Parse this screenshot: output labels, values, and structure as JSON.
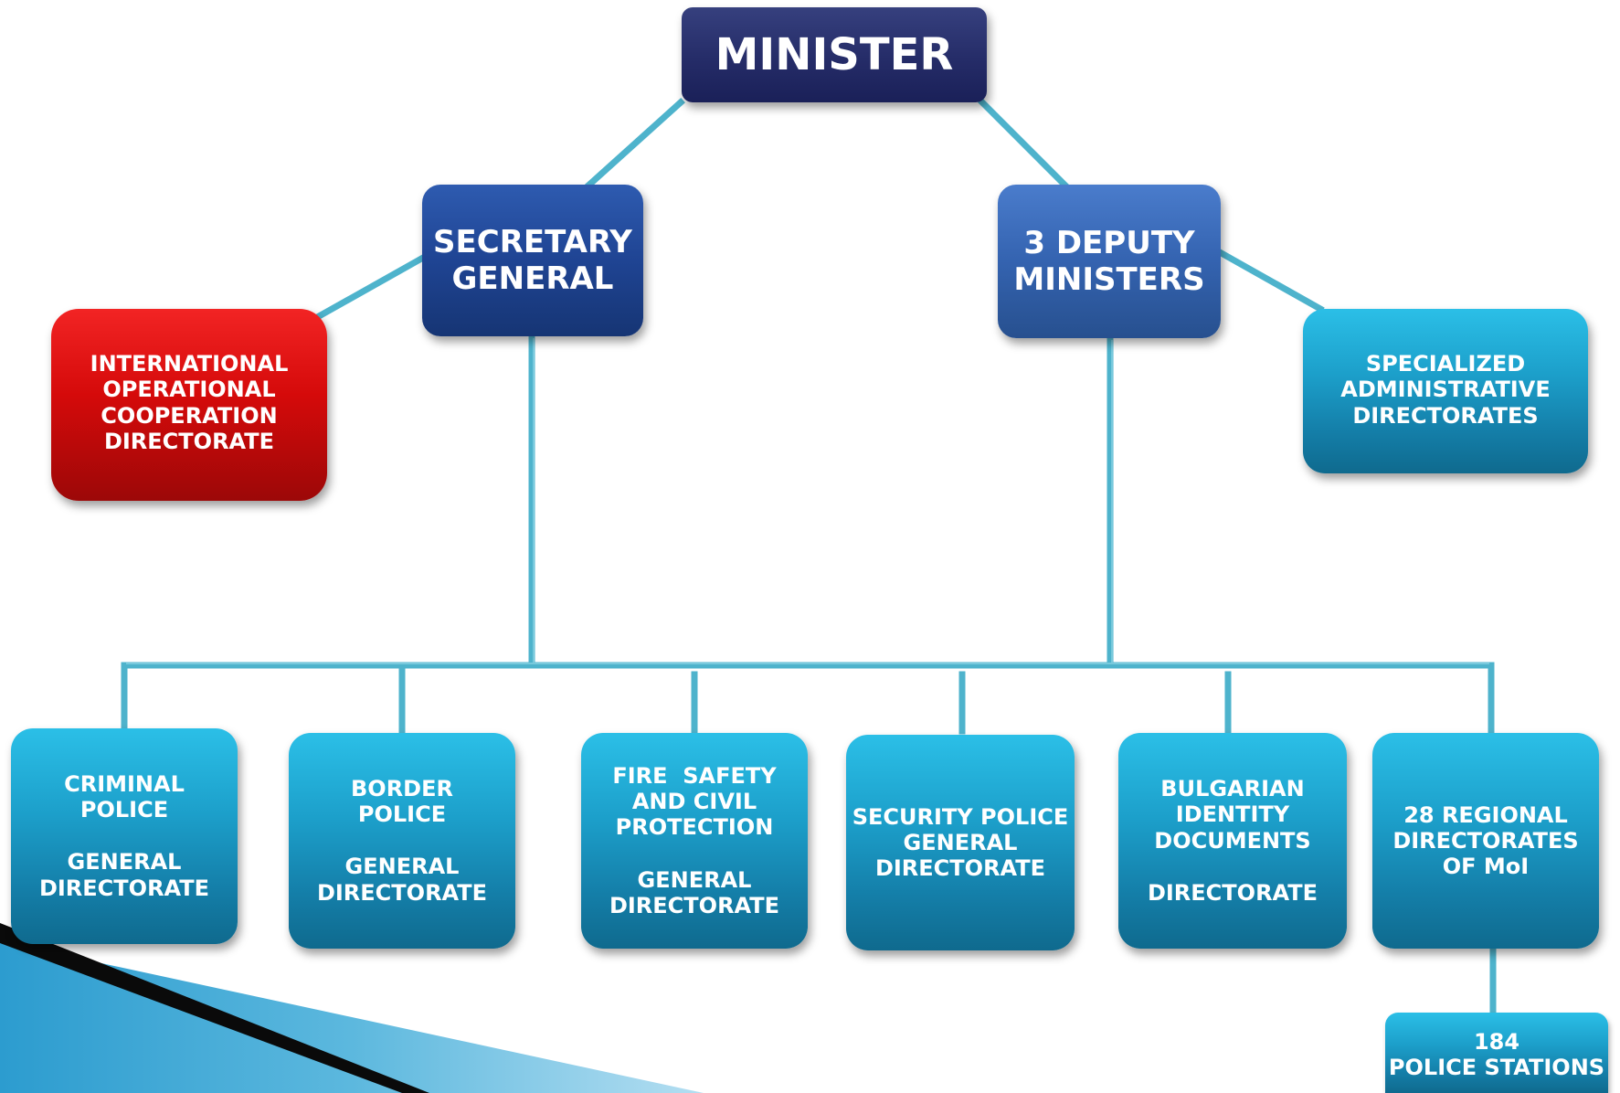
{
  "minister": {
    "label": "MINISTER"
  },
  "secretary_general": {
    "lines": [
      "SECRETARY",
      "GENERAL"
    ]
  },
  "deputy_ministers": {
    "lines": [
      "3 DEPUTY",
      "MINISTERS"
    ]
  },
  "international_cooperation": {
    "lines": [
      "INTERNATIONAL",
      "OPERATIONAL",
      "COOPERATION",
      "DIRECTORATE"
    ]
  },
  "specialized_admin": {
    "lines": [
      "SPECIALIZED",
      "ADMINISTRATIVE",
      "DIRECTORATES"
    ]
  },
  "directorates": [
    {
      "top": [
        "CRIMINAL",
        "POLICE"
      ],
      "bottom": [
        "GENERAL",
        "DIRECTORATE"
      ]
    },
    {
      "top": [
        "BORDER",
        "POLICE"
      ],
      "bottom": [
        "GENERAL",
        "DIRECTORATE"
      ]
    },
    {
      "top": [
        "FIRE  SAFETY",
        "AND CIVIL",
        "PROTECTION"
      ],
      "bottom": [
        "GENERAL",
        "DIRECTORATE"
      ]
    },
    {
      "top": [
        "SECURITY POLICE",
        "GENERAL",
        "DIRECTORATE"
      ]
    },
    {
      "top": [
        "BULGARIAN",
        "IDENTITY",
        "DOCUMENTS"
      ],
      "bottom": [
        "DIRECTORATE"
      ]
    },
    {
      "top": [
        "28 REGIONAL",
        "DIRECTORATES",
        "OF MoI"
      ]
    }
  ],
  "police_stations": {
    "lines": [
      "184",
      "POLICE STATIONS"
    ]
  },
  "colors": {
    "connector": "#4eb3cc",
    "minister": "#252c68",
    "secretary": "#1f4493",
    "deputy": "#3463b0",
    "international": "#d50a0a",
    "teal": "#1c9fca"
  }
}
